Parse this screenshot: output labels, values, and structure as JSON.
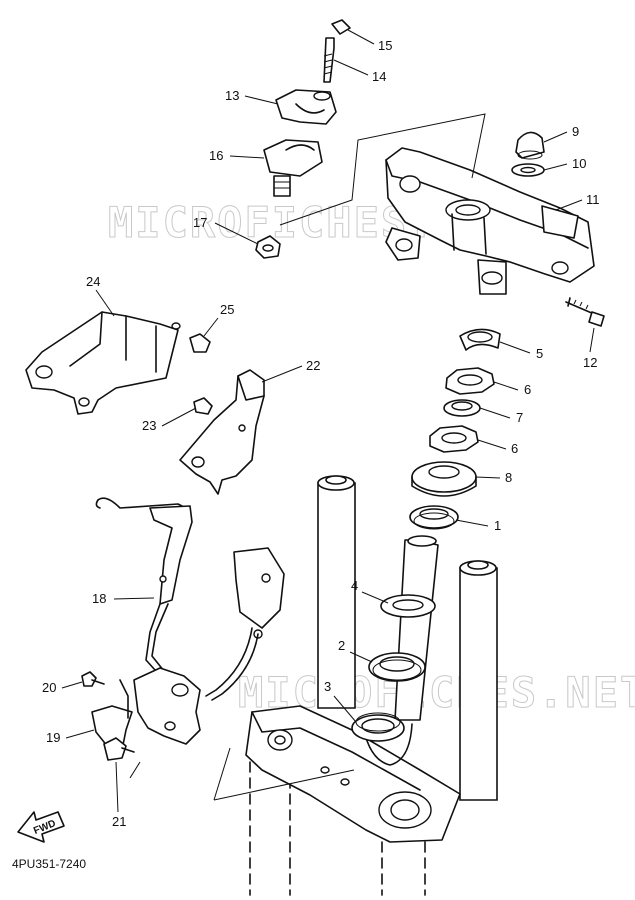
{
  "diagram_code": "4PU351-7240",
  "direction_label": "FWD",
  "watermarks": [
    "MICROFICHES.NET",
    "MICROFICHES.NET"
  ],
  "callouts": [
    {
      "id": "15",
      "label": "15"
    },
    {
      "id": "14",
      "label": "14"
    },
    {
      "id": "13",
      "label": "13"
    },
    {
      "id": "9",
      "label": "9"
    },
    {
      "id": "10",
      "label": "10"
    },
    {
      "id": "16",
      "label": "16"
    },
    {
      "id": "11",
      "label": "11"
    },
    {
      "id": "17",
      "label": "17"
    },
    {
      "id": "24",
      "label": "24"
    },
    {
      "id": "25",
      "label": "25"
    },
    {
      "id": "12",
      "label": "12"
    },
    {
      "id": "5",
      "label": "5"
    },
    {
      "id": "22",
      "label": "22"
    },
    {
      "id": "6a",
      "label": "6"
    },
    {
      "id": "7",
      "label": "7"
    },
    {
      "id": "23",
      "label": "23"
    },
    {
      "id": "6b",
      "label": "6"
    },
    {
      "id": "8",
      "label": "8"
    },
    {
      "id": "1",
      "label": "1"
    },
    {
      "id": "18",
      "label": "18"
    },
    {
      "id": "4",
      "label": "4"
    },
    {
      "id": "2",
      "label": "2"
    },
    {
      "id": "20",
      "label": "20"
    },
    {
      "id": "3",
      "label": "3"
    },
    {
      "id": "19",
      "label": "19"
    },
    {
      "id": "21",
      "label": "21"
    }
  ]
}
